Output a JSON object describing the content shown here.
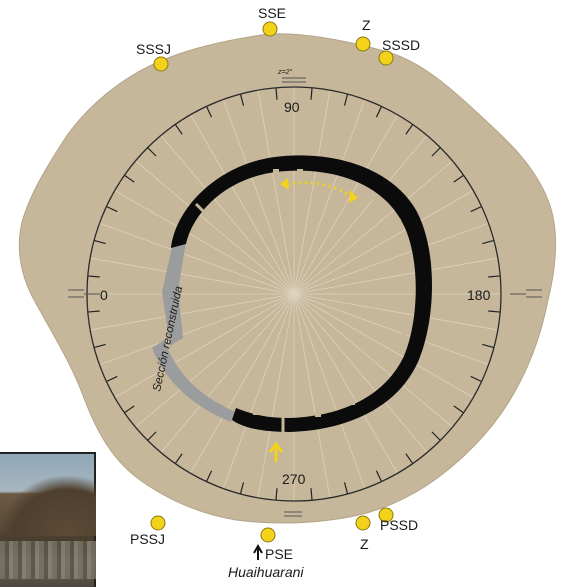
{
  "labels": {
    "top_center": "SSE",
    "top_left": "SSSJ",
    "top_right_z": "Z",
    "top_right": "SSSD",
    "bottom_left": "PSSJ",
    "bottom_center": "PSE",
    "bottom_caption": "Huaihuarani",
    "bottom_right_z": "Z",
    "bottom_right": "PSSD",
    "scale_top": "z=2°",
    "deg_90": "90",
    "deg_0": "0",
    "deg_180": "180",
    "deg_270": "270",
    "reconstructed": "Sección reconstruida"
  },
  "colors": {
    "background": "#ffffff",
    "terrain": "#c6b79b",
    "wall_original": "#0b0b0b",
    "wall_reconstructed": "#9b9c9e",
    "marker": "#f2d21b",
    "annotation_arrow": "#f2d21b"
  },
  "icons": {
    "horizon_marker": "yellow-dot-icon",
    "direction_arrow": "up-arrow-icon",
    "sun_path": "dotted-arc-arrow-icon",
    "photo": "landscape-photo"
  }
}
